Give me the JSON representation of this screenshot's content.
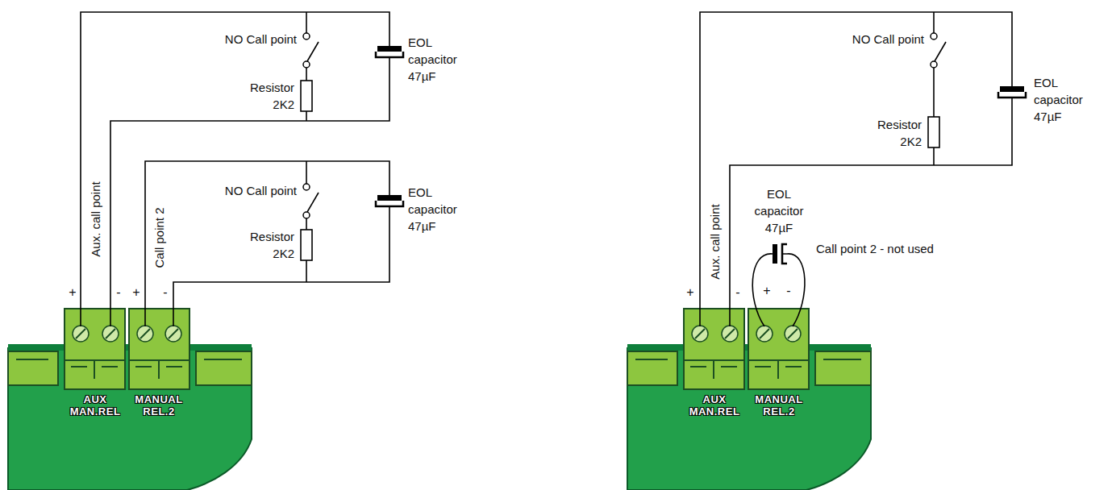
{
  "diagram": {
    "labels": [
      "NO Call point",
      "Resistor 2K2",
      "EOL capacitor 47µF",
      "Aux. call point",
      "Call point 2",
      "+",
      "-",
      "+",
      "-",
      "NO Call point",
      "Resistor 2K2",
      "EOL capacitor 47µF",
      "AUX MAN.REL",
      "MANUAL REL.2",
      "NO Call point",
      "Resistor 2K2",
      "EOL capacitor 47µF",
      "Aux. call point",
      "EOL capacitor 47µF",
      "Call point 2 - not used",
      "+",
      "-",
      "+",
      "-",
      "AUX MAN.REL",
      "MANUAL REL.2"
    ]
  }
}
